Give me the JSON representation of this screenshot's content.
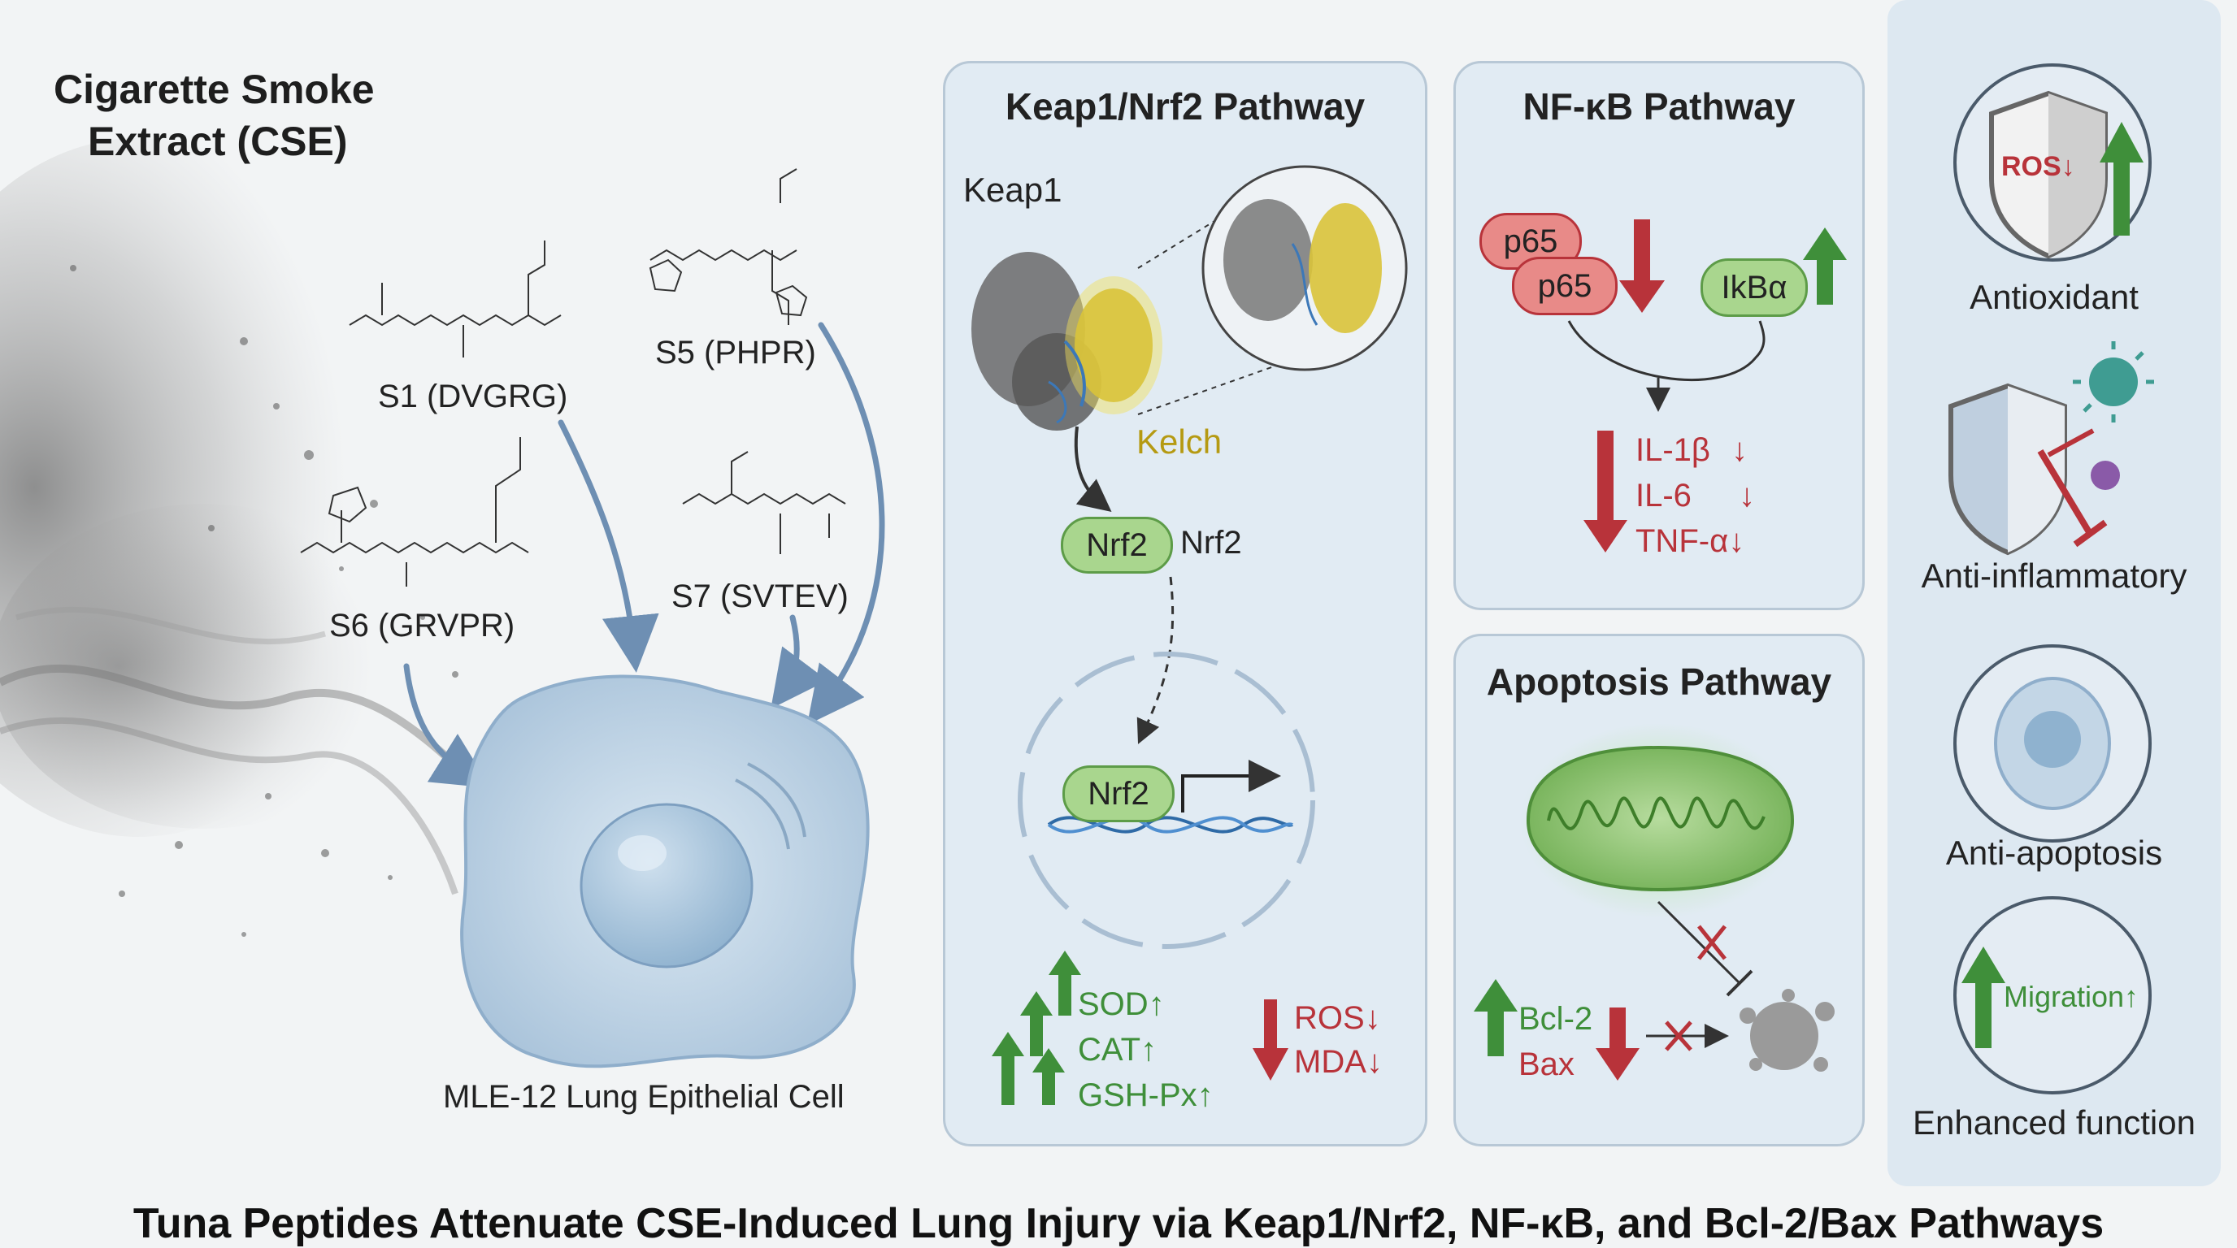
{
  "cse": {
    "title_line1": "Cigarette Smoke",
    "title_line2": "Extract (CSE)"
  },
  "peptides": [
    {
      "label": "S1 (DVGRG)"
    },
    {
      "label": "S5 (PHPR)"
    },
    {
      "label": "S6 (GRVPR)"
    },
    {
      "label": "S7 (SVTEV)"
    }
  ],
  "cell": {
    "label": "MLE-12 Lung Epithelial Cell"
  },
  "keap1_panel": {
    "title": "Keap1/Nrf2 Pathway",
    "keap1": "Keap1",
    "kelch": "Kelch",
    "nrf2_pill": "Nrf2",
    "nrf2_text": "Nrf2",
    "nrf2_nucleus": "Nrf2",
    "up_markers": [
      "SOD↑",
      "CAT↑",
      "GSH-Px↑"
    ],
    "down_markers": [
      "ROS↓",
      "MDA↓"
    ]
  },
  "nfkb_panel": {
    "title": "NF-κB Pathway",
    "p65_a": "p65",
    "p65_b": "p65",
    "ikba": "IkBα",
    "cytokines": [
      "IL-1β",
      "IL-6",
      "TNF-α"
    ],
    "cytokine_arrow": "↓"
  },
  "apoptosis_panel": {
    "title": "Apoptosis Pathway",
    "bcl2": "Bcl-2",
    "bax": "Bax"
  },
  "effects": {
    "ros_badge": "ROS↓",
    "antioxidant": "Antioxidant",
    "anti_inflammatory": "Anti-inflammatory",
    "anti_apoptosis": "Anti-apoptosis",
    "migration_badge": "Migration↑",
    "enhanced": "Enhanced function"
  },
  "footer": {
    "title": "Tuna Peptides Attenuate CSE-Induced Lung Injury via Keap1/Nrf2, NF-κB, and Bcl-2/Bax Pathways"
  },
  "colors": {
    "green": "#3f8f3a",
    "red": "#b8333a",
    "blue_arrow": "#6e8fb3",
    "panel": "#e1ebf3"
  }
}
